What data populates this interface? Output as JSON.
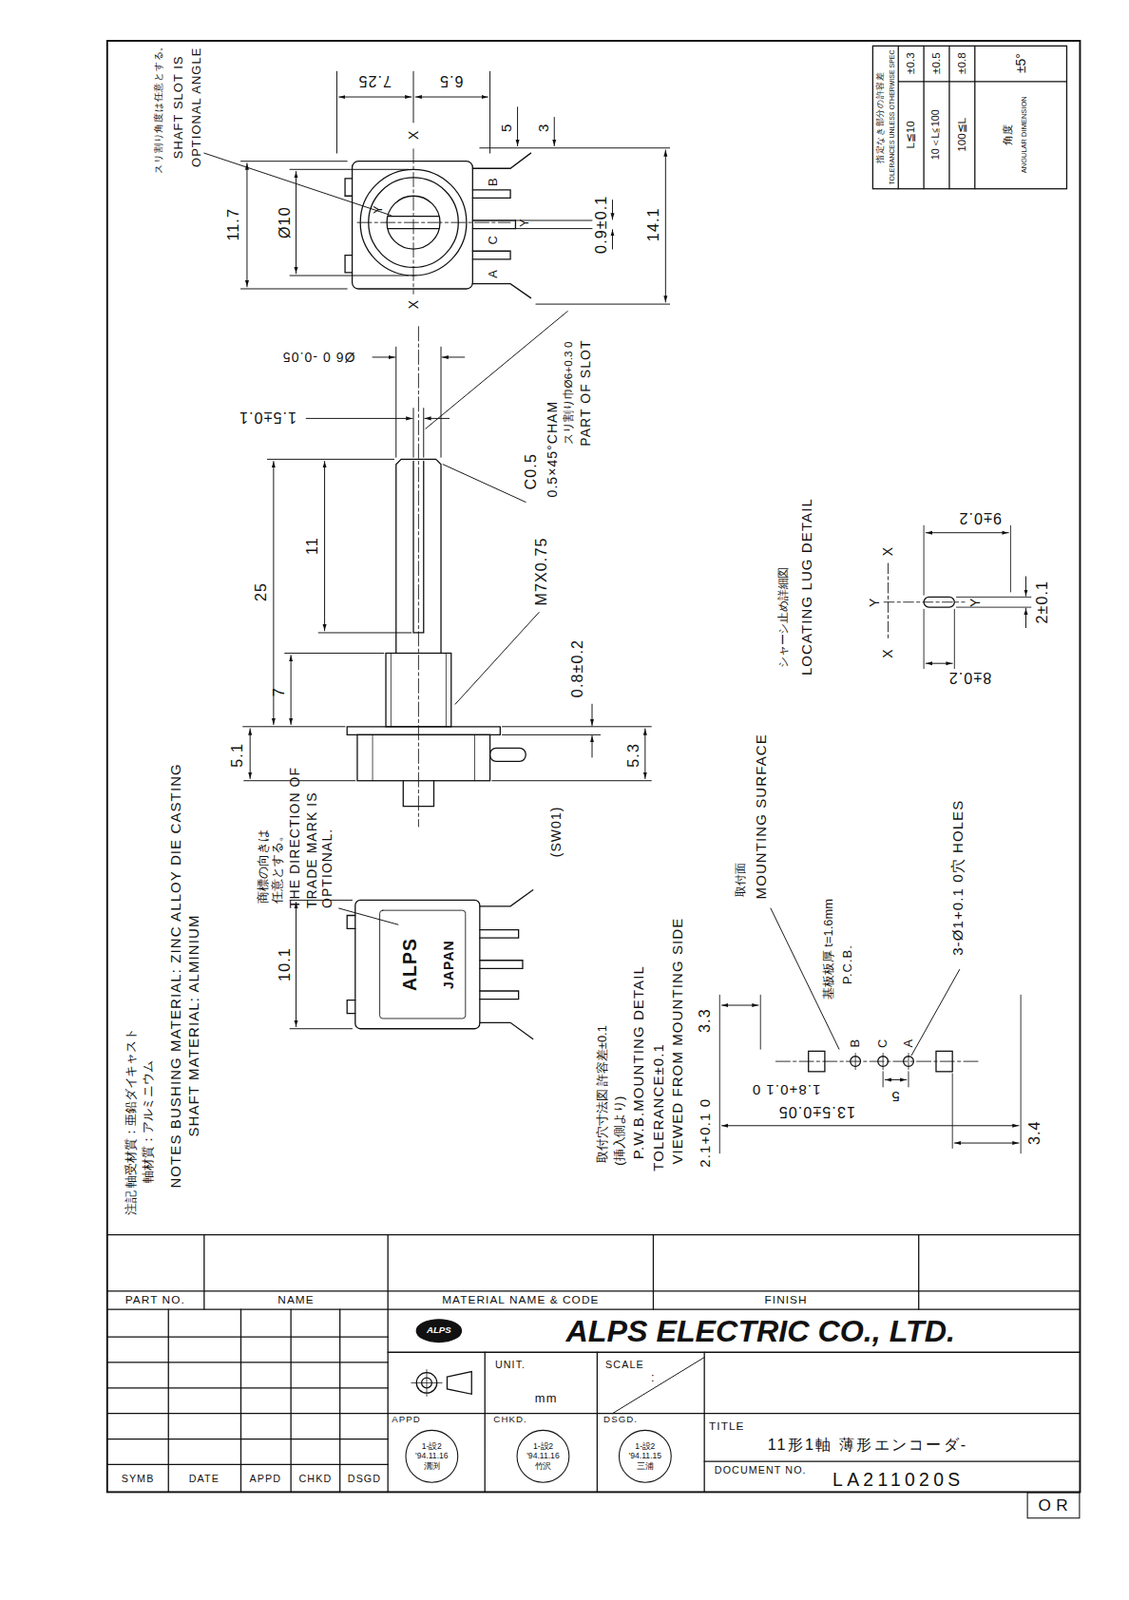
{
  "diagram": {
    "title": "11形1軸 薄形エンコーダ-",
    "nodes": [
      {
        "text": [
          "1-設2",
          "'94.11.16",
          "溝渕"
        ]
      },
      {
        "text": [
          "1-設2",
          "'94.11.16",
          "竹沢"
        ]
      },
      {
        "text": [
          "1-設2",
          "'94.11.15",
          "三浦"
        ]
      },
      {
        "text": [
          "OR"
        ]
      }
    ],
    "labels": [
      "指定なき部分の許容差",
      "TOLERANCES UNLESS OTHERWISE SPEC",
      "L≦10",
      "±0.3",
      "10＜L≦100",
      "±0.5",
      "100≦L",
      "±0.8",
      "角度",
      "ANGULAR DIMENSION",
      "±5°",
      "スリ割り角度は任意とする。",
      "SHAFT SLOT IS",
      "OPTIONAL ANGLE",
      "11.7",
      "Ø10",
      "7.25",
      "6.5",
      "X",
      "X",
      "Y",
      "Y",
      "B",
      "C",
      "A",
      "5",
      "3",
      "0.9±0.1",
      "14.1",
      "Ø6 0 -0.05",
      "1.5±0.1",
      "25",
      "11",
      "7",
      "5.1",
      "C0.5",
      "0.5×45°CHAM",
      "スリ割り巾Ø6+0.3 0",
      "PART OF SLOT",
      "M7X0.75",
      "0.8±0.2",
      "5.3",
      "(SW01)",
      "シャーシ止め詳細図",
      "LOCATING LUG DETAIL",
      "9±0.2",
      "X",
      "X",
      "Y",
      "Y",
      "2±0.1",
      "8±0.2",
      "注記 軸受材質：亜鉛ダイキャスト",
      "軸材質：アルミニウム",
      "NOTES BUSHING MATERIAL: ZINC ALLOY DIE CASTING",
      "SHAFT MATERIAL: ALMINIUM",
      "10.1",
      "商標の向きは任意とする。",
      "THE DIRECTION OF TRADE MARK IS OPTIONAL.",
      "ALPS",
      "JAPAN",
      "取付穴寸法図 許容差±0.1",
      "(挿入側より)",
      "P.W.B.MOUNTING DETAIL",
      "TOLERANCE±0.1",
      "VIEWED FROM MOUNTING SIDE",
      "3.3",
      "取付面",
      "MOUNTING SURFACE",
      "基板板厚 t=1.6mm",
      "P.C.B.",
      "3-Ø1+0.1 0穴 HOLES",
      "B",
      "C",
      "A",
      "5",
      "2.1+0.1 0",
      "1.8+0.1 0",
      "13.5±0.05",
      "3.4",
      "PART NO.",
      "NAME",
      "MATERIAL NAME & CODE",
      "FINISH",
      "ALPS",
      "ALPS ELECTRIC CO., LTD.",
      "UNIT.",
      "mm",
      "SCALE",
      ":",
      "APPD",
      "CHKD.",
      "DSGD.",
      "TITLE",
      "DOCUMENT NO.",
      "LA211020S",
      "SYMB",
      "DATE",
      "APPD",
      "CHKD",
      "DSGD"
    ]
  }
}
